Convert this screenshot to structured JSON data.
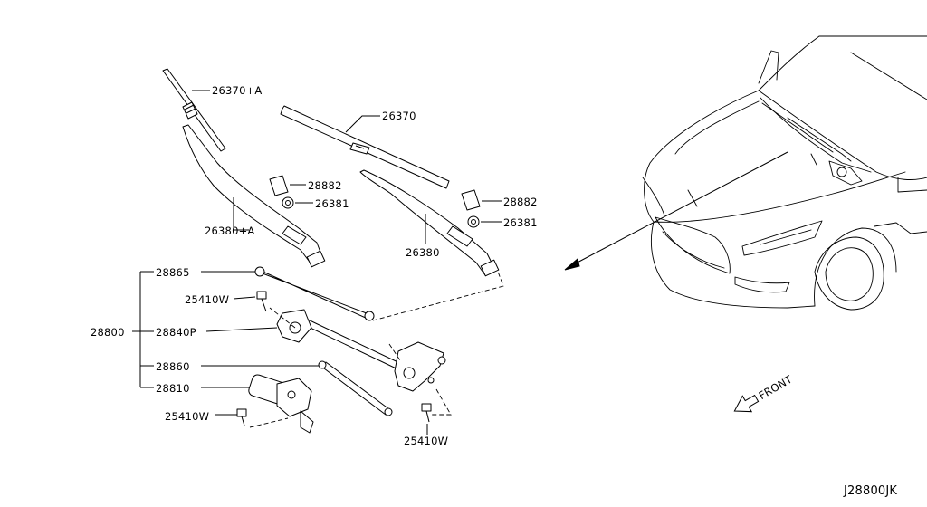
{
  "diagram_code": "J28800JK",
  "direction_label": "FRONT",
  "callouts": {
    "blade_lh": "26370+A",
    "blade_rh": "26370",
    "cap_lh": "28882",
    "nut_lh": "26381",
    "arm_lh": "26380+A",
    "cap_rh": "28882",
    "nut_rh": "26381",
    "arm_rh": "26380",
    "assembly": "28800",
    "link_upper": "28865",
    "bolt_upper": "25410W",
    "frame": "28840P",
    "link_lower": "28860",
    "motor": "28810",
    "bolt_lower_left": "25410W",
    "bolt_lower_right": "25410W"
  }
}
